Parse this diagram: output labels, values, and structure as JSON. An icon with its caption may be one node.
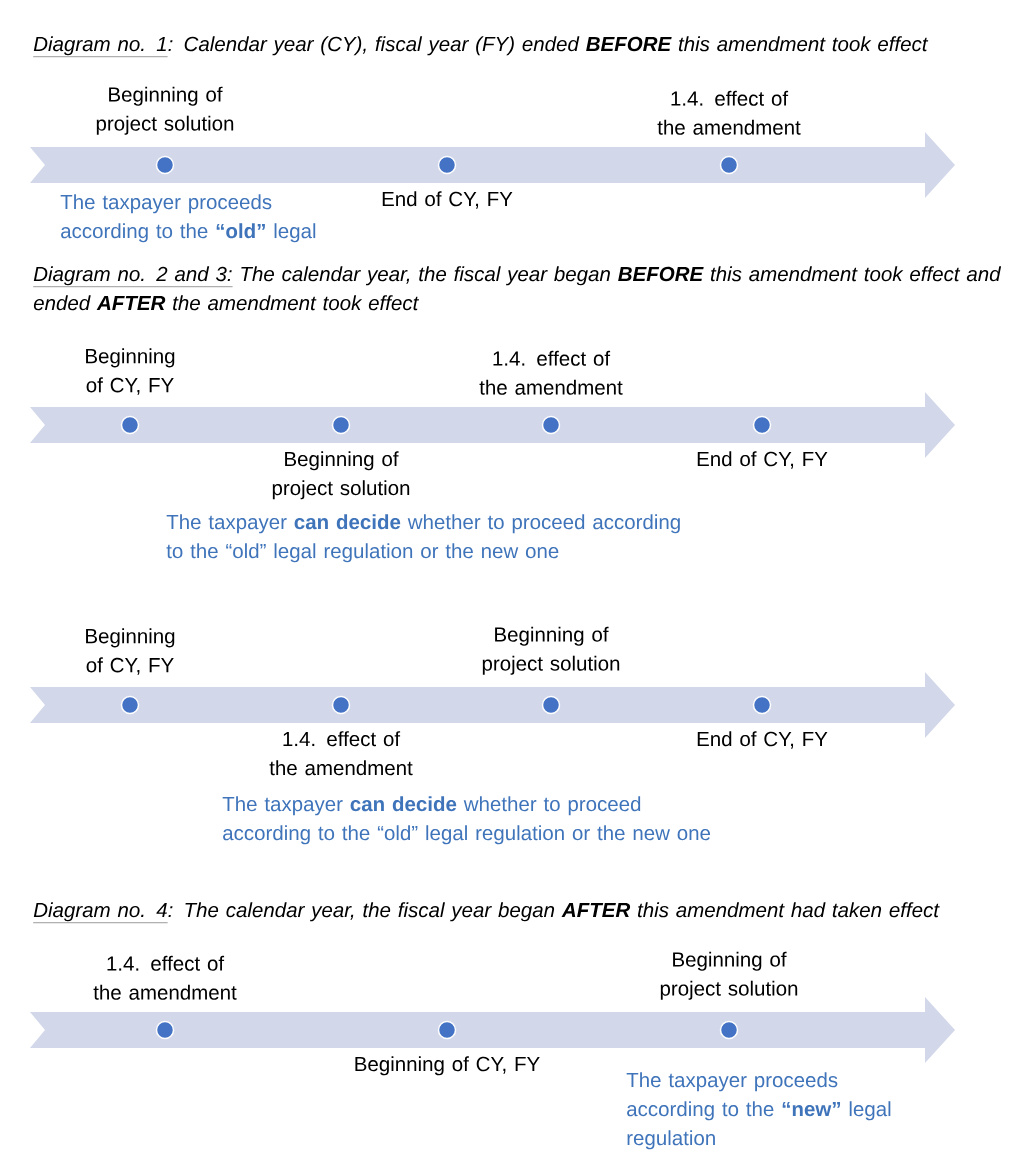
{
  "diagram": {
    "nodes": [
      {
        "text": [],
        "shape": "arrow"
      },
      {
        "text": [],
        "shape": "circle",
        "in": 0,
        "beside": [
          "Beginning of project solution"
        ]
      },
      {
        "text": [],
        "shape": "circle",
        "in": 0,
        "beside": [
          "End of CY, FY"
        ]
      },
      {
        "text": [],
        "shape": "circle",
        "in": 0,
        "beside": [
          "1.4. effect of the amendment"
        ]
      },
      {
        "text": [],
        "shape": "arrow"
      },
      {
        "text": [],
        "shape": "circle",
        "in": 4,
        "beside": [
          "Beginning of CY, FY"
        ]
      },
      {
        "text": [],
        "shape": "circle",
        "in": 4,
        "beside": [
          "Beginning of project solution"
        ]
      },
      {
        "text": [],
        "shape": "circle",
        "in": 4,
        "beside": [
          "1.4. effect of the amendment"
        ]
      },
      {
        "text": [],
        "shape": "circle",
        "in": 4,
        "beside": [
          "End of CY, FY"
        ]
      },
      {
        "text": [],
        "shape": "arrow"
      },
      {
        "text": [],
        "shape": "circle",
        "in": 9,
        "beside": [
          "Beginning of CY, FY"
        ]
      },
      {
        "text": [],
        "shape": "circle",
        "in": 9,
        "beside": [
          "1.4. effect of the amendment"
        ]
      },
      {
        "text": [],
        "shape": "circle",
        "in": 9,
        "beside": [
          "Beginning of project solution"
        ]
      },
      {
        "text": [],
        "shape": "circle",
        "in": 9,
        "beside": [
          "End of CY, FY"
        ]
      },
      {
        "text": [],
        "shape": "arrow"
      },
      {
        "text": [],
        "shape": "circle",
        "in": 14,
        "beside": [
          "1.4. effect of the amendment"
        ]
      },
      {
        "text": [],
        "shape": "circle",
        "in": 14,
        "beside": [
          "Beginning of CY, FY"
        ]
      },
      {
        "text": [],
        "shape": "circle",
        "in": 14,
        "beside": [
          "Beginning of project solution"
        ]
      }
    ],
    "labels": [
      "Diagram no. 1",
      ": Calendar year (CY), fiscal year (FY) ended **BEFORE** this amendment took effect",
      "The taxpayer proceeds according to the **“old”** legal",
      "Diagram no. 2 and 3:",
      "The calendar year, the fiscal year began **BEFORE** this amendment took effect and ended **AFTER** the amendment took effect",
      "The taxpayer **can decide** whether to proceed according to the “old” legal regulation or the new one",
      "The taxpayer **can decide** whether to proceed according to the “old” legal regulation or the new one",
      "Diagram no. 4",
      ": The calendar year, the fiscal year began **AFTER** this amendment had taken effect",
      "The taxpayer proceeds according to the **“new”** legal regulation"
    ]
  }
}
